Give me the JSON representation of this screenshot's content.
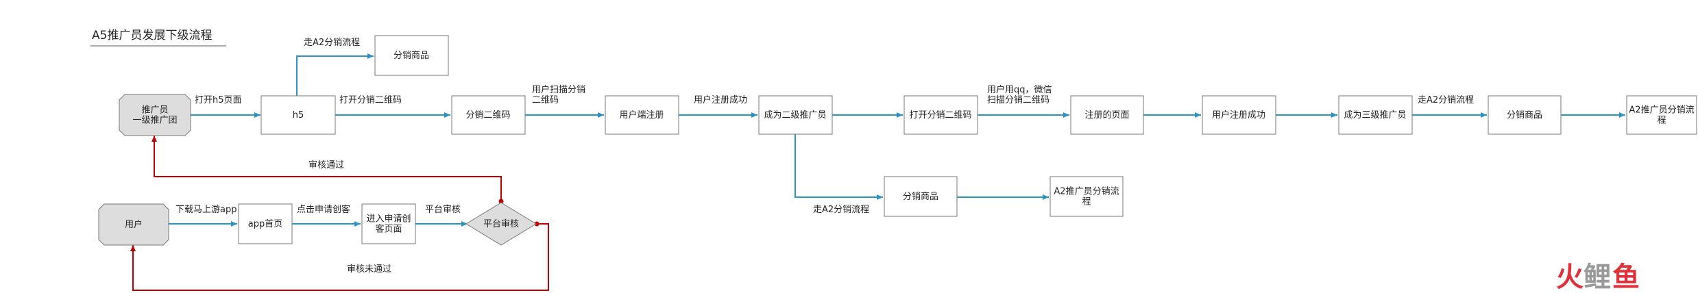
{
  "title": "A5推广员发展下级流程",
  "nodes": {
    "promoter": "推广员\n一级推广团",
    "user": "用户",
    "h5": "h5",
    "goods_top": "分销商品",
    "qr1": "分销二维码",
    "user_register": "用户端注册",
    "second_promoter": "成为二级推广员",
    "open_qr": "打开分销二维码",
    "register_page": "注册的页面",
    "register_success": "用户注册成功",
    "third_promoter": "成为三级推广员",
    "goods_right": "分销商品",
    "a2_right": "A2推广员分销流\n程",
    "goods_mid": "分销商品",
    "a2_mid": "A2推广员分销流\n程",
    "app_home": "app首页",
    "apply_page": "进入申请创\n客页面",
    "platform_review": "平台审核"
  },
  "edge_labels": {
    "open_h5": "打开h5页面",
    "go_a2_top": "走A2分销流程",
    "open_qr": "打开分销二维码",
    "scan_qr": "用户扫描分销\n二维码",
    "register_success": "用户注册成功",
    "qq_wechat_scan": "用户用qq，微信\n扫描分销二维码",
    "go_a2_right": "走A2分销流程",
    "go_a2_mid": "走A2分销流程",
    "download_app": "下载马上游app",
    "click_apply": "点击申请创客",
    "platform_review": "平台审核",
    "review_pass": "审核通过",
    "review_fail": "审核未通过"
  },
  "watermark": "火鲤鱼",
  "colors": {
    "arrow": "#2d93c4",
    "reject_arrow": "#c00000",
    "box_border": "#777777",
    "start_fill": "#dddddd",
    "text": "#222222",
    "watermark_red": "#e0303a",
    "watermark_gray": "#9a9a9a"
  }
}
